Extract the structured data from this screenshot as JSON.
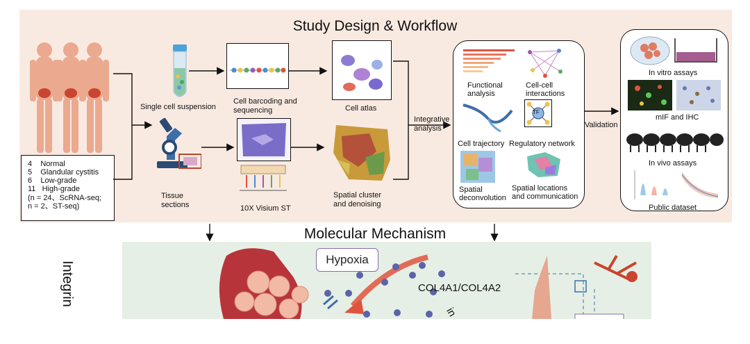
{
  "title": "Study Design & Workflow",
  "cohort": {
    "rows": [
      {
        "n": "4",
        "label": "Normal"
      },
      {
        "n": "5",
        "label": "Glandular cystitis"
      },
      {
        "n": "6",
        "label": "Low-grade"
      },
      {
        "n": "11",
        "label": "High-grade"
      }
    ],
    "note_line1": "(n = 24、ScRNA-seq;",
    "note_line2": "n = 2、ST-seq)"
  },
  "steps": {
    "single_cell": "Single cell suspension",
    "barcoding_line1": "Cell barcoding and",
    "barcoding_line2": "sequencing",
    "cell_atlas": "Cell atlas",
    "tissue_line1": "Tissue",
    "tissue_line2": "sections",
    "visium": "10X Visium ST",
    "spatial_line1": "Spatial cluster",
    "spatial_line2": "and denoising",
    "integrative_line1": "Integrative",
    "integrative_line2": "analysis",
    "validation": "Validation"
  },
  "analysis": {
    "functional_line1": "Functional",
    "functional_line2": "analysis",
    "cellcell_line1": "Cell-cell",
    "cellcell_line2": "interactions",
    "trajectory": "Cell trajectory",
    "regulatory": "Regulatory network",
    "tf": "TF",
    "spatial_deconv_line1": "Spatial",
    "spatial_deconv_line2": "deconvolution",
    "spatial_loc_line1": "Spatial locations",
    "spatial_loc_line2": "and communication"
  },
  "validation_panel": {
    "invitro": "In vitro assays",
    "mif": "mIF and IHC",
    "invivo": "In vivo assays",
    "public": "Public dataset"
  },
  "molecular": {
    "title": "Molecular Mechanism",
    "hypoxia": "Hypoxia",
    "col4": "COL4A1/COL4A2",
    "integrin": "Integrin",
    "partial_right": "in"
  },
  "colors": {
    "panel_top": "#f9eae1",
    "panel_bottom": "#e6efe5",
    "body_tone": "#e9a88f",
    "accent_red": "#e0533f"
  }
}
